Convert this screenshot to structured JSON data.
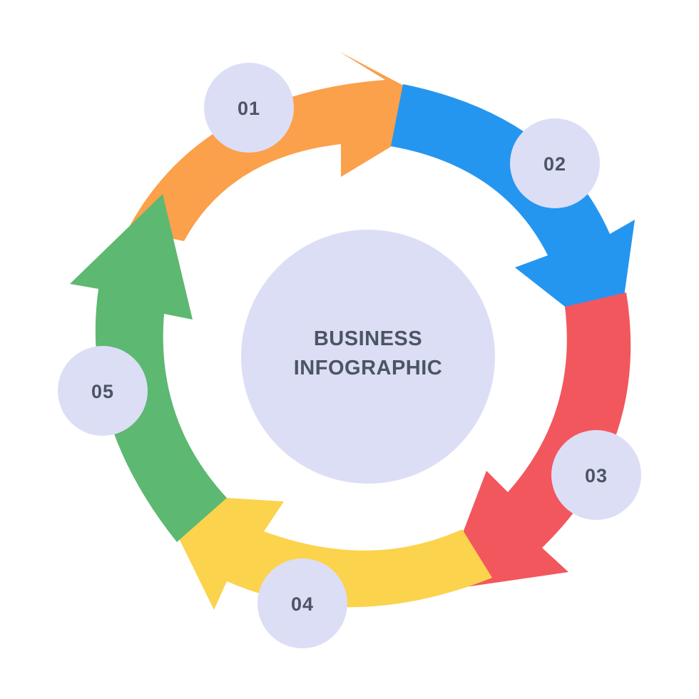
{
  "center": {
    "line1": "BUSINESS",
    "line2": "INFOGRAPHIC"
  },
  "steps": [
    {
      "number": "01",
      "color": "#FBA04B"
    },
    {
      "number": "02",
      "color": "#2496F0"
    },
    {
      "number": "03",
      "color": "#F2575D"
    },
    {
      "number": "04",
      "color": "#FCD34D"
    },
    {
      "number": "05",
      "color": "#5DB872"
    }
  ],
  "colors": {
    "node_fill": "#DCDEF6",
    "center_fill": "#DCDEF6",
    "text": "#4B5563",
    "background": "#FFFFFF"
  }
}
